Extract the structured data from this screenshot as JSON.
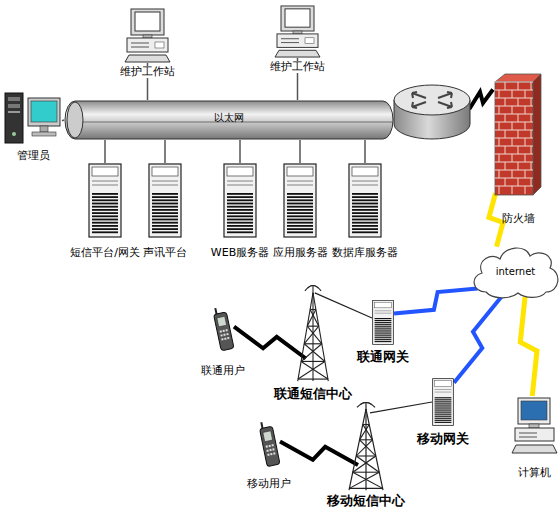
{
  "diagram": {
    "nodes": [
      {
        "text": [
          "维护工作站"
        ]
      },
      {
        "text": [
          "维护工作站"
        ]
      },
      {
        "text": [
          "管理员"
        ]
      },
      {
        "text": [
          "以太网"
        ]
      },
      {
        "text": [
          "短信平台/网关"
        ]
      },
      {
        "text": [
          "声讯平台"
        ]
      },
      {
        "text": [
          "WEB服务器"
        ]
      },
      {
        "text": [
          "应用服务器"
        ]
      },
      {
        "text": [
          "数据库服务器"
        ]
      },
      {
        "text": [
          "防火墙"
        ]
      },
      {
        "text": [
          "internet"
        ]
      },
      {
        "text": [
          "联通网关"
        ]
      },
      {
        "text": [
          "联通用户"
        ]
      },
      {
        "text": [
          "联通短信中心"
        ]
      },
      {
        "text": [
          "移动网关"
        ]
      },
      {
        "text": [
          "计算机"
        ]
      },
      {
        "text": [
          "移动用户"
        ]
      },
      {
        "text": [
          "移动短信中心"
        ]
      }
    ],
    "edges": [
      {
        "from": 0,
        "to": 3,
        "arrow": "none"
      },
      {
        "from": 1,
        "to": 3,
        "arrow": "none"
      },
      {
        "from": 2,
        "to": 3,
        "arrow": "none"
      },
      {
        "from": 3,
        "to": 4,
        "arrow": "none"
      },
      {
        "from": 3,
        "to": 5,
        "arrow": "none"
      },
      {
        "from": 3,
        "to": 6,
        "arrow": "none"
      },
      {
        "from": 3,
        "to": 7,
        "arrow": "none"
      },
      {
        "from": 3,
        "to": 8,
        "arrow": "none"
      },
      {
        "from": 3,
        "to": 9,
        "arrow": "none"
      },
      {
        "from": 9,
        "to": 10,
        "arrow": "none"
      },
      {
        "from": 10,
        "to": 11,
        "arrow": "none"
      },
      {
        "from": 10,
        "to": 14,
        "arrow": "none"
      },
      {
        "from": 10,
        "to": 15,
        "arrow": "none"
      },
      {
        "from": 11,
        "to": 13,
        "arrow": "none"
      },
      {
        "from": 14,
        "to": 17,
        "arrow": "none"
      },
      {
        "from": 12,
        "to": 13,
        "arrow": "none"
      },
      {
        "from": 16,
        "to": 17,
        "arrow": "none"
      }
    ]
  }
}
